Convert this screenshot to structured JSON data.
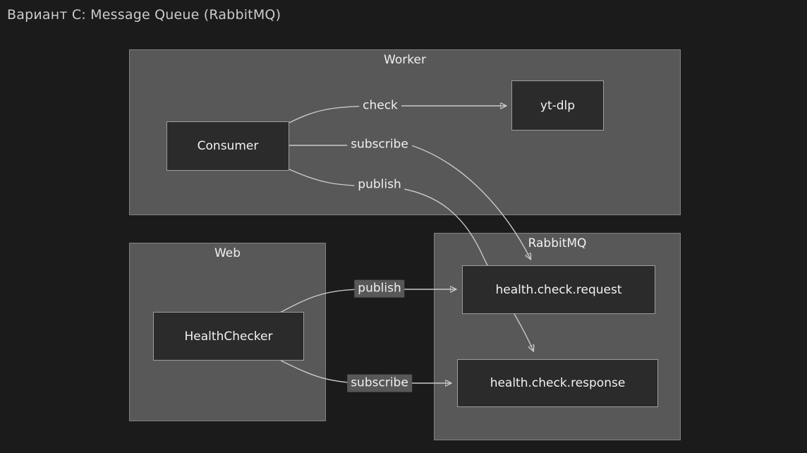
{
  "title": "Вариант C: Message Queue (RabbitMQ)",
  "colors": {
    "canvas_background": "#1b1b1b",
    "container_fill": "#585858",
    "container_border": "#828282",
    "node_fill": "#2b2b2b",
    "node_border": "#9c9c9c",
    "edge_stroke": "#c9c9c9",
    "text": "#f0f0f0",
    "title_text": "#cbcbcb"
  },
  "diagram": {
    "containers": [
      {
        "id": "worker",
        "label": "Worker"
      },
      {
        "id": "web",
        "label": "Web"
      },
      {
        "id": "rabbitmq",
        "label": "RabbitMQ"
      }
    ],
    "nodes": [
      {
        "id": "consumer",
        "label": "Consumer",
        "container": "worker"
      },
      {
        "id": "ytdlp",
        "label": "yt-dlp",
        "container": "worker"
      },
      {
        "id": "healthchecker",
        "label": "HealthChecker",
        "container": "web"
      },
      {
        "id": "request",
        "label": "health.check.request",
        "container": "rabbitmq"
      },
      {
        "id": "response",
        "label": "health.check.response",
        "container": "rabbitmq"
      }
    ],
    "edges": [
      {
        "from": "Consumer",
        "to": "yt-dlp",
        "label": "check"
      },
      {
        "from": "Consumer",
        "to": "health.check.request",
        "label": "subscribe"
      },
      {
        "from": "Consumer",
        "to": "health.check.response",
        "label": "publish"
      },
      {
        "from": "HealthChecker",
        "to": "health.check.request",
        "label": "publish"
      },
      {
        "from": "HealthChecker",
        "to": "health.check.response",
        "label": "subscribe"
      }
    ]
  }
}
